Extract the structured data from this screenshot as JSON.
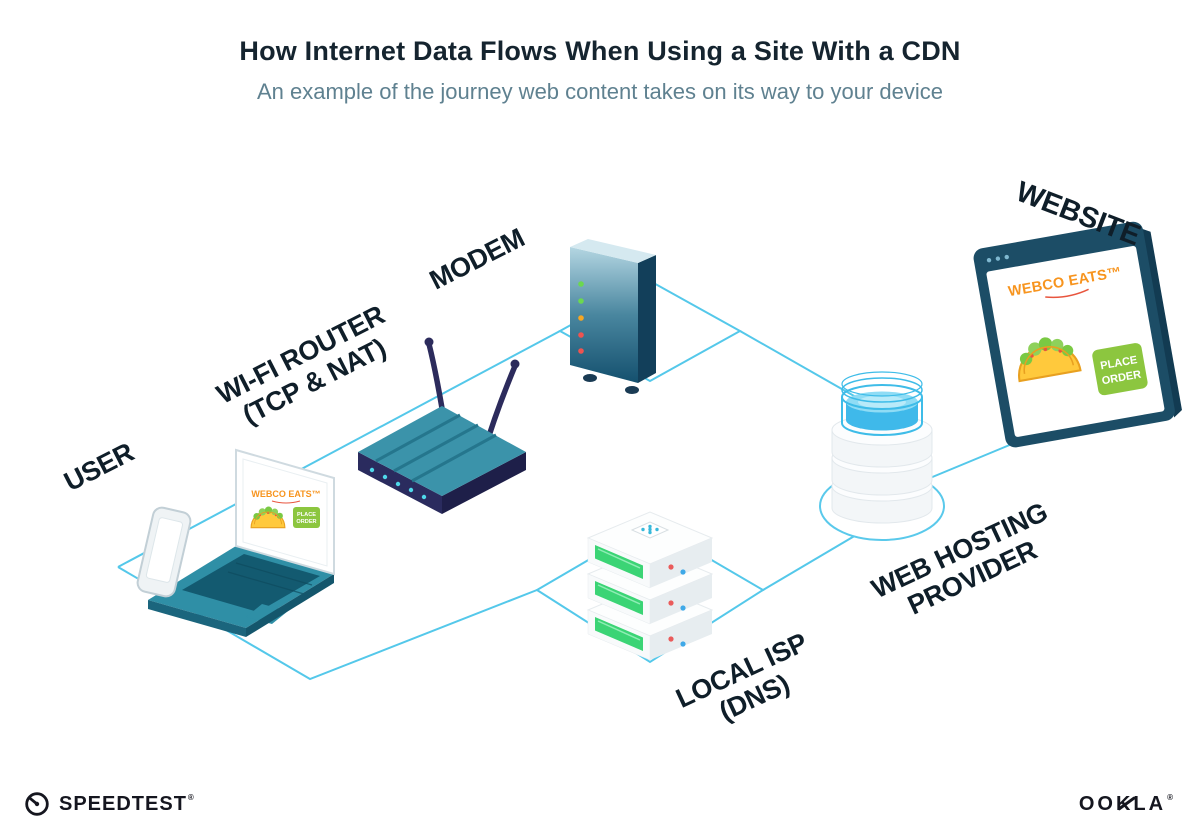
{
  "header": {
    "title": "How Internet Data Flows When Using a Site With a CDN",
    "subtitle": "An example of the journey web content takes on its way to your device"
  },
  "labels": {
    "user": "USER",
    "router_line1": "WI-FI ROUTER",
    "router_line2": "(TCP & NAT)",
    "modem": "MODEM",
    "website": "WEBSITE",
    "hosting_line1": "WEB HOSTING",
    "hosting_line2": "PROVIDER",
    "isp_line1": "LOCAL ISP",
    "isp_line2": "(DNS)"
  },
  "screens": {
    "laptop_brand": "WEBCO EATS™",
    "laptop_button_line1": "PLACE",
    "laptop_button_line2": "ORDER",
    "browser_brand": "WEBCO EATS™",
    "browser_button_line1": "PLACE",
    "browser_button_line2": "ORDER"
  },
  "footer": {
    "speedtest": "SPEEDTEST",
    "speedtest_mark": "®",
    "ookla": "OOKLA",
    "ookla_mark": "®"
  },
  "colors": {
    "line_cyan": "#54C8EA",
    "device_teal": "#2F8FA6",
    "router_indigo": "#2A2B5E",
    "brand_orange": "#F7941E",
    "button_green": "#8CC63F",
    "title_navy": "#15242F",
    "subtitle_gray_teal": "#5F8190",
    "logo_ink": "#15161F"
  }
}
